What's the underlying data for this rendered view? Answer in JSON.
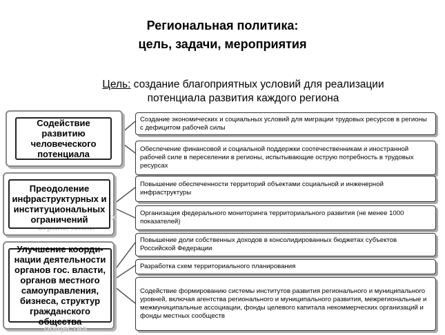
{
  "title": {
    "line1": "Региональная политика:",
    "line2": "цель, задачи, мероприятия"
  },
  "goal": {
    "label": "Цель:",
    "text_line1": " создание благоприятных условий для реализации",
    "text_line2": "потенциала развития каждого региона"
  },
  "categories": [
    {
      "label": "Содействие развитию человеческого потенциала"
    },
    {
      "label": "Преодоление инфраструктурных и институциональных ограничений"
    },
    {
      "label": "Улучшение коорди-нации деятельности органов гос. власти, органов местного самоуправления, бизнеса, структур гражданского общества"
    }
  ],
  "measures": [
    {
      "text": "Создание экономических и социальных условий для миграции трудовых ресурсов в регионы с дефицитом рабочей силы"
    },
    {
      "text": "Обеспечение финансовой и социальной поддержки соотечественникам и иностранной рабочей силе в переселении в регионы, испытывающие острую потребность в трудовых ресурсах"
    },
    {
      "text": "Повышение обеспеченности территорий объектами социальной и инженерной инфраструктуры"
    },
    {
      "text": "Организация федерального мониторинга территориального развития (не менее 1000 показателей)"
    },
    {
      "text": "Повышение доли собственных доходов в консолидированных бюджетах субъектов Российской Федерации"
    },
    {
      "text": "Разработка схем территориального планирования"
    },
    {
      "text": "Содействие формированию системы институтов развития регионального и муниципального уровней, включая агентства регионального и муниципального развития, межрегиональные и межмуниципальные ассоциации, фонды целевого капитала некоммерческих организаций и фонды местных сообществ"
    }
  ]
}
